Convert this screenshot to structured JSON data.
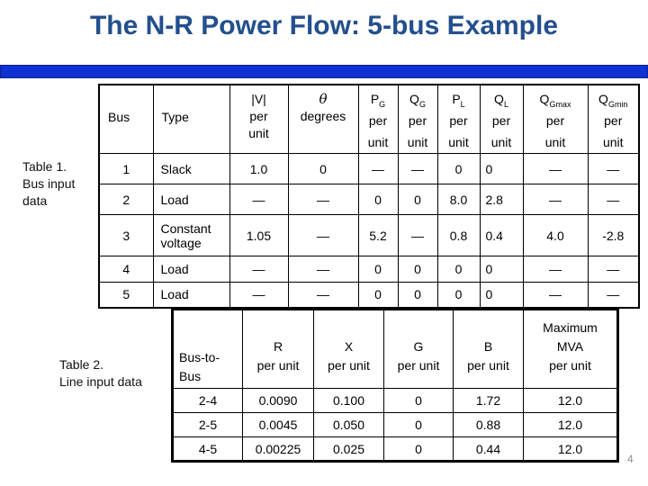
{
  "slide": {
    "title": "The N-R Power Flow: 5-bus Example",
    "page_number": "4",
    "colors": {
      "title": "#234F8E",
      "divider_bar": "#0D31D2",
      "divider_border": "#0A228F"
    }
  },
  "table1": {
    "caption": [
      "Table 1.",
      "Bus input data"
    ],
    "columns": [
      {
        "label": "Bus"
      },
      {
        "label": "Type"
      },
      {
        "label": "|V|",
        "unit1": "per",
        "unit2": "unit"
      },
      {
        "label": "θ",
        "unit1": "degrees"
      },
      {
        "label": "P",
        "sub": "G",
        "unit1": "per",
        "unit2": "unit"
      },
      {
        "label": "Q",
        "sub": "G",
        "unit1": "per",
        "unit2": "unit"
      },
      {
        "label": "P",
        "sub": "L",
        "unit1": "per",
        "unit2": "unit"
      },
      {
        "label": "Q",
        "sub": "L",
        "unit1": "per",
        "unit2": "unit"
      },
      {
        "label": "Q",
        "sub": "Gmax",
        "unit1": "per",
        "unit2": "unit"
      },
      {
        "label": "Q",
        "sub": "Gmin",
        "unit1": "per",
        "unit2": "unit"
      }
    ],
    "rows": [
      [
        "1",
        "Slack",
        "1.0",
        "0",
        "—",
        "—",
        "0",
        "0",
        "—",
        "—"
      ],
      [
        "2",
        "Load",
        "—",
        "—",
        "0",
        "0",
        "8.0",
        "2.8",
        "—",
        "—"
      ],
      [
        "3",
        "Constant voltage",
        "1.05",
        "—",
        "5.2",
        "—",
        "0.8",
        "0.4",
        "4.0",
        "-2.8"
      ],
      [
        "4",
        "Load",
        "—",
        "—",
        "0",
        "0",
        "0",
        "0",
        "—",
        "—"
      ],
      [
        "5",
        "Load",
        "—",
        "—",
        "0",
        "0",
        "0",
        "0",
        "—",
        "—"
      ]
    ]
  },
  "table2": {
    "caption": [
      "Table 2.",
      "Line input data"
    ],
    "columns": [
      {
        "line1": "Bus-to-",
        "line2": "Bus"
      },
      {
        "label": "R",
        "unit": "per unit"
      },
      {
        "label": "X",
        "unit": "per unit"
      },
      {
        "label": "G",
        "unit": "per unit"
      },
      {
        "label": "B",
        "unit": "per unit"
      },
      {
        "line1": "Maximum",
        "label": "MVA",
        "unit": "per unit"
      }
    ],
    "rows": [
      [
        "2-4",
        "0.0090",
        "0.100",
        "0",
        "1.72",
        "12.0"
      ],
      [
        "2-5",
        "0.0045",
        "0.050",
        "0",
        "0.88",
        "12.0"
      ],
      [
        "4-5",
        "0.00225",
        "0.025",
        "0",
        "0.44",
        "12.0"
      ]
    ]
  }
}
